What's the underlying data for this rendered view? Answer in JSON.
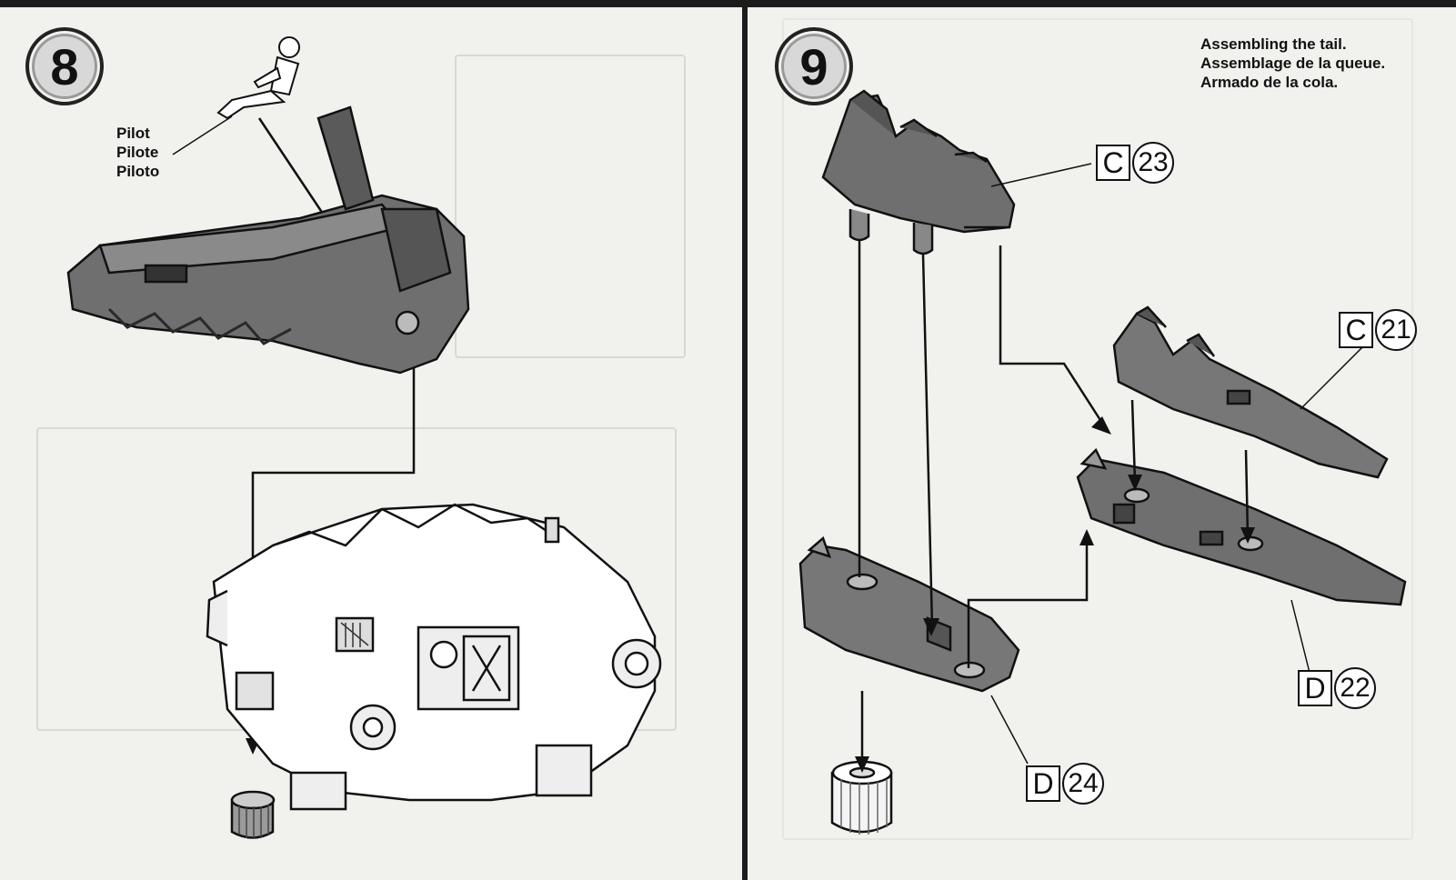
{
  "left_panel": {
    "step_number": "8",
    "pilot_label": [
      "Pilot",
      "Pilote",
      "Piloto"
    ]
  },
  "right_panel": {
    "step_number": "9",
    "title_lines": [
      "Assembling the tail.",
      "Assemblage de la queue.",
      "Armado de la cola."
    ],
    "parts": [
      {
        "letter": "C",
        "number": "23"
      },
      {
        "letter": "C",
        "number": "21"
      },
      {
        "letter": "D",
        "number": "22"
      },
      {
        "letter": "D",
        "number": "24"
      }
    ]
  },
  "colors": {
    "part_gray": "#6f6f6f",
    "dark_gray": "#3e3e3e",
    "light_gray": "#e2e2e2",
    "line": "#111111"
  }
}
